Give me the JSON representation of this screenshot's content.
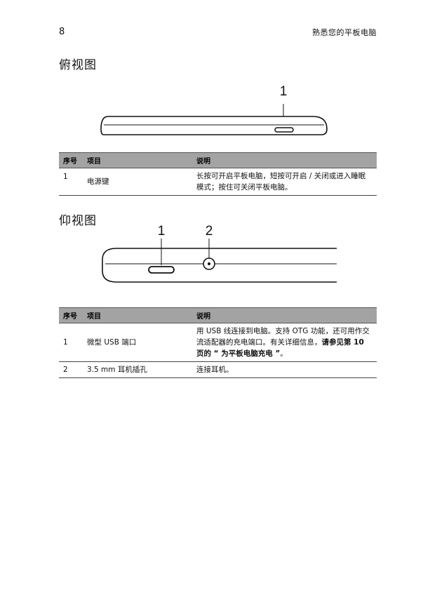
{
  "header": {
    "page_number": "8",
    "running_title": "熟悉您的平板电脑"
  },
  "top_view": {
    "heading": "俯视图",
    "callout": "1",
    "table": {
      "headers": [
        "序号",
        "项目",
        "说明"
      ],
      "rows": [
        {
          "num": "1",
          "item": "电源键",
          "desc": "长按可开启平板电脑，短按可开启 / 关闭或进入睡眠模式；按住可关闭平板电脑。"
        }
      ]
    }
  },
  "bottom_view": {
    "heading": "仰视图",
    "callouts": [
      "1",
      "2"
    ],
    "table": {
      "headers": [
        "序号",
        "项目",
        "说明"
      ],
      "rows": [
        {
          "num": "1",
          "item": "微型 USB 端口",
          "desc_prefix": "用 USB 线连接到电脑。支持 OTG 功能，还可用作交流适配器的充电端口。有关详细信息，",
          "desc_bold": "请参见第 10 页的 “ 为平板电脑充电 ”",
          "desc_suffix": "。"
        },
        {
          "num": "2",
          "item": "3.5 mm 耳机插孔",
          "desc": "连接耳机。"
        }
      ]
    }
  }
}
